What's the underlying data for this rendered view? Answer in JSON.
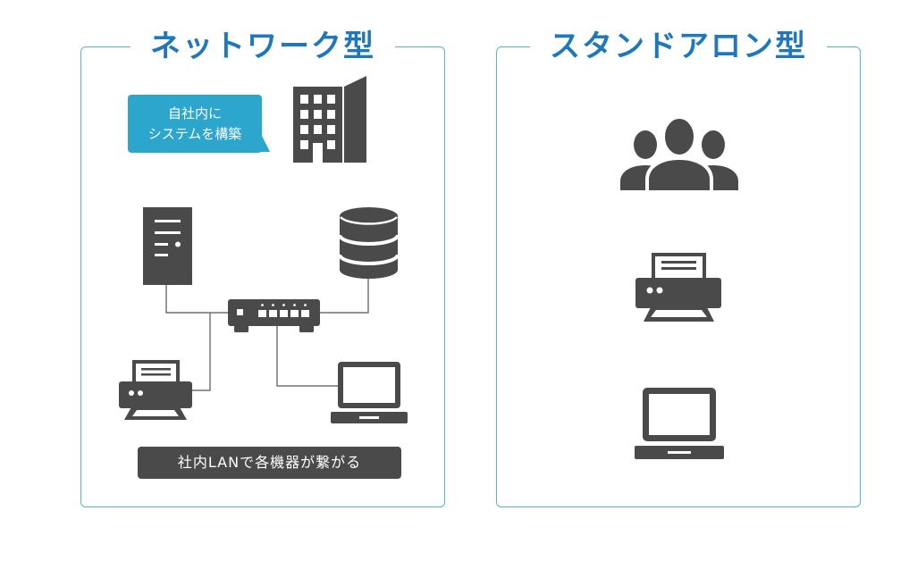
{
  "colors": {
    "title": "#1f78bd",
    "frame": "#5ab3cf",
    "bubble": "#2ca6cd",
    "icon": "#4a4a4a",
    "label": "#4a4a4a"
  },
  "network": {
    "title": "ネットワーク型",
    "bubble": {
      "line1": "自社内に",
      "line2": "システムを構築"
    },
    "icons": [
      "building-icon",
      "server-icon",
      "database-icon",
      "network-switch-icon",
      "printer-icon",
      "laptop-icon"
    ],
    "caption": "社内LANで各機器が繋がる"
  },
  "standalone": {
    "title": "スタンドアロン型",
    "icons": [
      "users-icon",
      "printer-icon",
      "laptop-icon"
    ]
  }
}
